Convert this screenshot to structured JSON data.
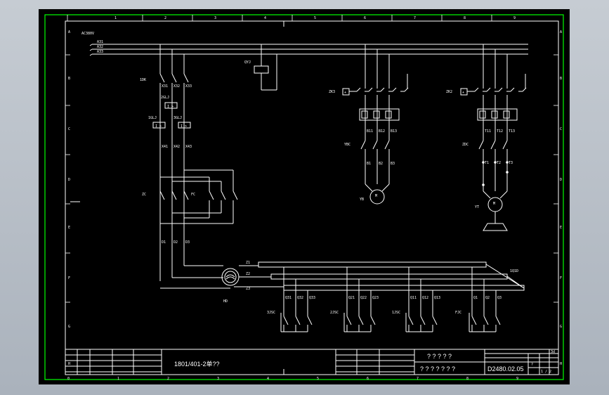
{
  "grid": {
    "top_numbers": [
      "1",
      "2",
      "3",
      "4",
      "5",
      "6",
      "7",
      "8",
      "9"
    ],
    "bottom_numbers": [
      "0",
      "1",
      "2",
      "3",
      "4",
      "5",
      "6",
      "7",
      "8",
      "9"
    ],
    "left_letters": [
      "A",
      "B",
      "C",
      "D",
      "E",
      "F",
      "G",
      "H"
    ],
    "right_letters": [
      "A",
      "B",
      "C",
      "D",
      "E",
      "F",
      "G",
      "H"
    ]
  },
  "supply": {
    "label": "AC380V",
    "phases": [
      "A31",
      "A32",
      "A33"
    ]
  },
  "labels": {
    "qyj": "QYJ",
    "dk": "1DK",
    "d1": "X31",
    "d2": "X32",
    "d3": "X33",
    "gj2": "2GLJ",
    "gj1": "1GLJ",
    "gj3": "3GLJ",
    "relay_sym": "I >",
    "x41": "X41",
    "x42": "X42",
    "x43": "X43",
    "zc": "ZC",
    "fc": "FC",
    "o1": "D1",
    "o2": "D2",
    "o3": "D3",
    "hd": "HD",
    "z1": "Z1",
    "z2": "Z2",
    "z3": "Z3",
    "bus": "1Q1D",
    "zk3": "ZK3",
    "zk2": "ZK2",
    "b11": "B11",
    "b12": "B12",
    "b13": "B13",
    "ybc": "YBC",
    "b1": "B1",
    "b2": "B2",
    "b3": "B3",
    "yb": "YB",
    "motor": "M",
    "t11": "T11",
    "t12": "T12",
    "t13": "T13",
    "zdc": "ZDC",
    "t1": "T1",
    "t2": "T2",
    "t3": "T3",
    "yt": "YT",
    "g1_sub": [
      "Q31",
      "Q32",
      "Q33"
    ],
    "g2_sub": [
      "Q21",
      "Q22",
      "Q23"
    ],
    "g3_sub": [
      "Q11",
      "Q12",
      "Q13"
    ],
    "g4_sub": [
      "Q1",
      "Q2",
      "Q3"
    ],
    "g1": "3JSC",
    "g2": "2JSC",
    "g3": "1JSC",
    "g4": "FJC"
  },
  "title_block": {
    "drawing_name": "1801/401-2单??",
    "company": "? ? ? ? ?",
    "subtitle": "? ? ? ? ? ? ?",
    "drawing_no": "D2480.02.05",
    "scale": "?",
    "sheet": "1 / 2",
    "mark": "3d"
  }
}
